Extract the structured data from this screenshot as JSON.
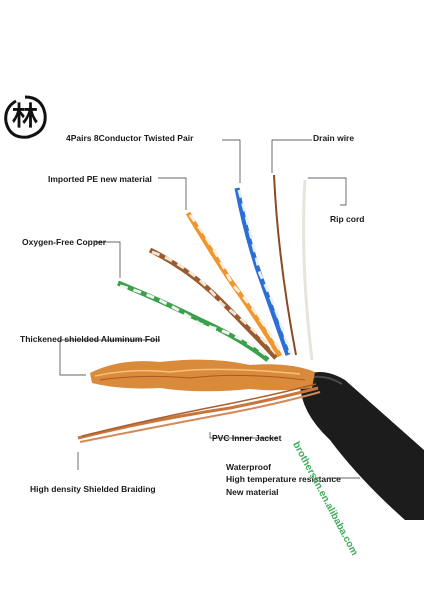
{
  "logo": {
    "glyph": "林"
  },
  "labels": {
    "twisted_pair": "4Pairs 8Conductor Twisted Pair",
    "drain_wire": "Drain wire",
    "pe_material": "Imported PE new material",
    "rip_cord": "Rip cord",
    "copper": "Oxygen-Free Copper",
    "aluminum_foil": "Thickened shielded Aluminum Foil",
    "pvc_jacket": "PVC Inner Jacket",
    "waterproof": "Waterproof",
    "high_temp": "High temperature resistance",
    "new_material": "New material",
    "braiding": "High density Shielded Braiding"
  },
  "watermark": "brotherslin.en.alibaba.com",
  "colors": {
    "jacket": "#1c1c1c",
    "copper": "#c8763e",
    "foil": "#d98a3a",
    "blue": "#2b6fd6",
    "orange": "#f0962a",
    "green": "#3aa04a",
    "brown": "#9a5a2e",
    "watermark": "#3fae5a"
  }
}
